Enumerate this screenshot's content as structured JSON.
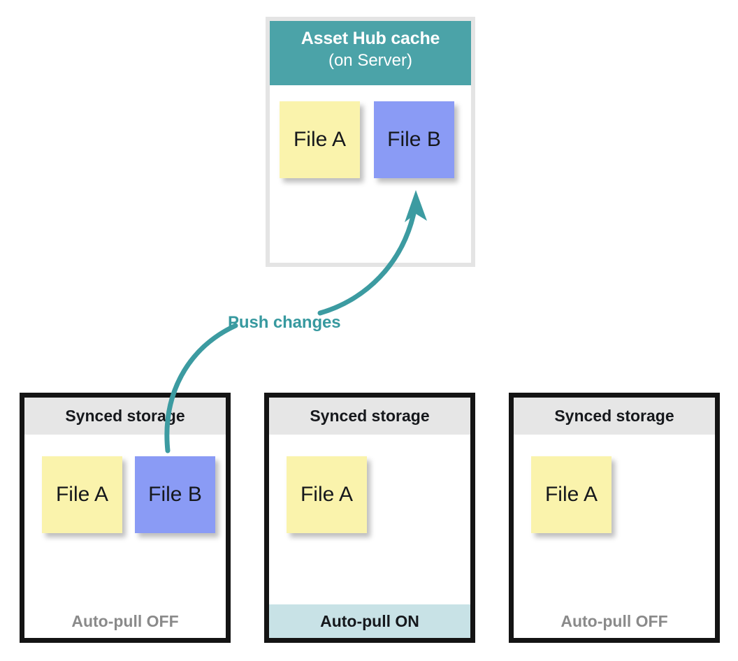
{
  "cache": {
    "title": "Asset Hub cache",
    "subtitle": "(on Server)",
    "header_color": "#4ba3a8",
    "notes": [
      {
        "label": "File A",
        "color": "#faf3ac",
        "kind": "yellow"
      },
      {
        "label": "File B",
        "color": "#8a9bf5",
        "kind": "blue"
      }
    ]
  },
  "arrow": {
    "label": "Push changes",
    "color": "#37999f",
    "direction": "up",
    "from": "synced-storage-1-file-b",
    "to": "asset-hub-cache-file-b"
  },
  "storage_boxes": [
    {
      "header": "Synced storage",
      "notes": [
        {
          "label": "File A",
          "color": "#faf3ac",
          "kind": "yellow"
        },
        {
          "label": "File B",
          "color": "#8a9bf5",
          "kind": "blue"
        }
      ],
      "status": "Auto-pull OFF",
      "status_state": "off"
    },
    {
      "header": "Synced storage",
      "notes": [
        {
          "label": "File A",
          "color": "#faf3ac",
          "kind": "yellow"
        }
      ],
      "status": "Auto-pull ON",
      "status_state": "on"
    },
    {
      "header": "Synced storage",
      "notes": [
        {
          "label": "File A",
          "color": "#faf3ac",
          "kind": "yellow"
        }
      ],
      "status": "Auto-pull OFF",
      "status_state": "off"
    }
  ]
}
